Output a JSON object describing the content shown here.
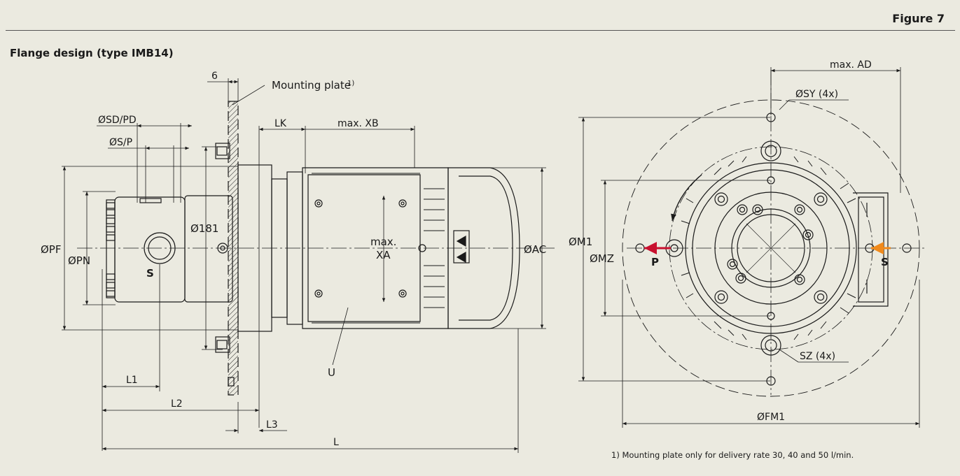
{
  "header": {
    "figure_label": "Figure 7"
  },
  "section": {
    "title": "Flange design (type IMB14)"
  },
  "left_view": {
    "dim_6": "6",
    "mounting_plate_label": "Mounting plate",
    "mounting_plate_sup": "1)",
    "dim_sd_pd": "ØSD/PD",
    "dim_s_p": "ØS/P",
    "dim_lk": "LK",
    "dim_max_xb": "max. XB",
    "dim_pf": "ØPF",
    "dim_pn": "ØPN",
    "dim_181": "Ø181",
    "port_s": "S",
    "dim_max_xa_1": "max.",
    "dim_max_xa_2": "XA",
    "dim_ac": "ØAC",
    "label_u": "U",
    "dim_l1": "L1",
    "dim_l2": "L2",
    "dim_l3": "L3",
    "dim_l": "L"
  },
  "right_view": {
    "dim_max_ad": "max. AD",
    "dim_sy": "ØSY (4x)",
    "dim_m1": "ØM1",
    "dim_mz": "ØMZ",
    "port_p": "P",
    "port_s": "S",
    "dim_sz": "SZ (4x)",
    "dim_fm1": "ØFM1"
  },
  "footnote": "1) Mounting plate only for delivery rate 30, 40 and 50 l/min.",
  "colors": {
    "background": "#ebeae0",
    "port_p_arrow": "#c8102e",
    "port_s_arrow": "#f08a1c",
    "line": "#1a1a1a"
  }
}
